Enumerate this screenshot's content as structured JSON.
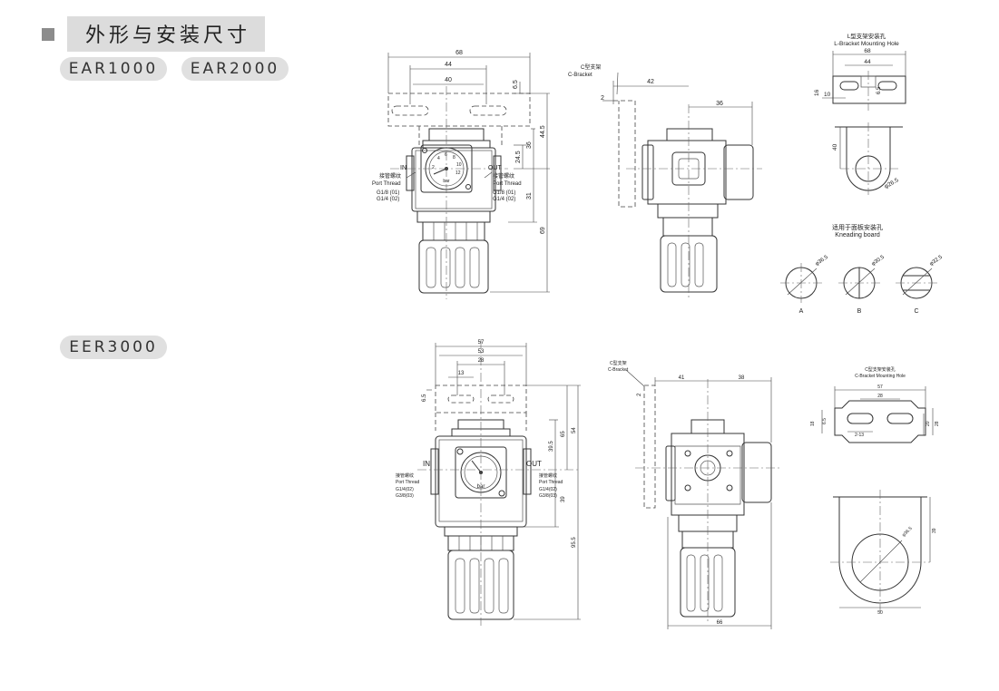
{
  "header": {
    "title": "外形与安装尺寸"
  },
  "models": {
    "group1": [
      "EAR1000",
      "EAR2000"
    ],
    "group2": "EER3000"
  },
  "ear": {
    "front": {
      "dims": {
        "w68": "68",
        "w44": "44",
        "w40": "40",
        "h6_5": "6.5",
        "h44_5": "44.5",
        "h36": "36",
        "h24_5": "24.5",
        "h31": "31",
        "h69": "69"
      },
      "in_label": "IN",
      "out_label": "OUT",
      "port_cn": "接管螺纹",
      "port_en": "Port Thread",
      "port_left": [
        "G1/8 (01)",
        "G1/4 (02)"
      ],
      "port_right": [
        "G1/8 (01)",
        "G1/4 (02)"
      ],
      "gauge_unit": "bar",
      "gauge_ticks": [
        "2",
        "4",
        "6",
        "8",
        "10",
        "12"
      ]
    },
    "side": {
      "bracket_cn": "C型支架",
      "bracket_en": "C-Bracket",
      "dims": {
        "w42": "42",
        "w36": "36",
        "t2": "2"
      }
    },
    "lbracket": {
      "title_cn": "L型支架安装孔",
      "title_en": "L-Bracket  Mounting Hole",
      "dims": {
        "w68": "68",
        "w44": "44",
        "d16": "16",
        "d10": "10",
        "d6_5": "6.5",
        "h40": "40",
        "dia": "φ26.5"
      }
    },
    "kneading": {
      "title_cn": "适用于面板安装孔",
      "title_en": "Kneading board",
      "holes": [
        {
          "label": "A",
          "dia": "φ36.5"
        },
        {
          "label": "B",
          "dia": "φ30.5"
        },
        {
          "label": "C",
          "dia": "φ32.5"
        }
      ]
    }
  },
  "eer": {
    "front": {
      "dims": {
        "w57": "57",
        "w53": "53",
        "w28": "28",
        "w13": "13",
        "h6_5": "6.5",
        "h54": "54",
        "h65": "65",
        "h39_5": "39.5",
        "h39": "39",
        "h95_5": "95.5"
      },
      "in_label": "IN",
      "out_label": "OUT",
      "port_cn": "接管螺纹",
      "port_en": "Port Thread",
      "port_left": [
        "G1/4(02)",
        "G3/8(03)"
      ],
      "port_right": [
        "G1/4(02)",
        "G3/8(03)"
      ],
      "gauge_unit": "bar"
    },
    "side": {
      "bracket_cn": "C型支架",
      "bracket_en": "C-Bracket",
      "dims": {
        "w41": "41",
        "w38": "38",
        "t2": "2",
        "w66": "66"
      }
    },
    "cbracket": {
      "title_cn": "C型支架安装孔",
      "title_en": "C-Bracket Mounting Hole",
      "dims": {
        "w57": "57",
        "w28": "28",
        "h18": "18",
        "h6_5": "6.5",
        "h13": "2-13",
        "h20": "20",
        "h28": "28",
        "h39": "39",
        "dia": "φ36.5",
        "w50": "50"
      }
    }
  }
}
